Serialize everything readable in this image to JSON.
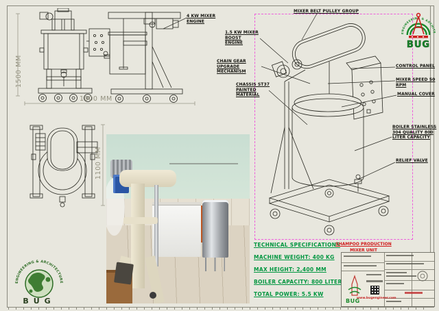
{
  "dimensions": {
    "front_height": "1500 MM",
    "front_width": "1000 MM",
    "top_width": "1100 MM"
  },
  "callouts": {
    "mixer_engine": "4 KW MIXER ENGINE",
    "belt_pulley": "MIXER BELT PULLEY GROUP",
    "boost_engine": "1.5 KW MIXER BOOST ENGINE",
    "chain_gear": "CHAIN GEAR UPGRADE MECHANISM",
    "chassis": "CHASSIS ST37 PAINTED MATERIAL",
    "control_panel": "CONTROL PANEL",
    "mixer_speed": "MIXER SPEED 50 RPM",
    "manual_cover": "MANUAL COVER",
    "boiler": "BOILER STAINLESS 304 QUALITY 800 LITER CAPACITY",
    "relief_valve": "RELIEF VALVE"
  },
  "specs": {
    "title": "TECHNICAL SPECIFICATIONS",
    "items": [
      "MACHINE WEIGHT: 400 KG",
      "MAX HEIGHT: 2,400 MM",
      "BOILER CAPACITY: 800 LITERS",
      "TOTAL POWER: 5.5 KW"
    ]
  },
  "project": {
    "line1": "SHAMPOO PRODUCTION",
    "line2": "MIXER UNIT"
  },
  "brand": {
    "name": "BUG",
    "tagline": "ENGINEERING & ARCHITECTURE",
    "website": "www.bugengineer.com"
  },
  "colors": {
    "spec_green": "#009640",
    "title_red": "#d01818",
    "viewport_magenta": "#ee5cdc",
    "logo_green": "#1d8a2e"
  }
}
